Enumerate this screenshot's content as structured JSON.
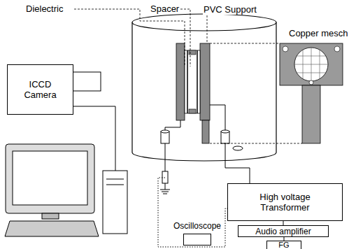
{
  "diagram": {
    "nodes": [
      {
        "text": [
          "ICCD Camera"
        ]
      },
      {
        "text": [
          "Oscilloscope"
        ]
      },
      {
        "text": [
          "High voltage Transformer"
        ]
      },
      {
        "text": [
          "Audio amplifier"
        ]
      },
      {
        "text": [
          "FG"
        ]
      }
    ],
    "edges": [
      {
        "from": 2,
        "to": 3,
        "arrow": "none"
      },
      {
        "from": 3,
        "to": 4,
        "arrow": "none"
      }
    ],
    "labels": [
      "Dielectric",
      "Spacer",
      "PVC Support",
      "Copper mesch"
    ]
  }
}
